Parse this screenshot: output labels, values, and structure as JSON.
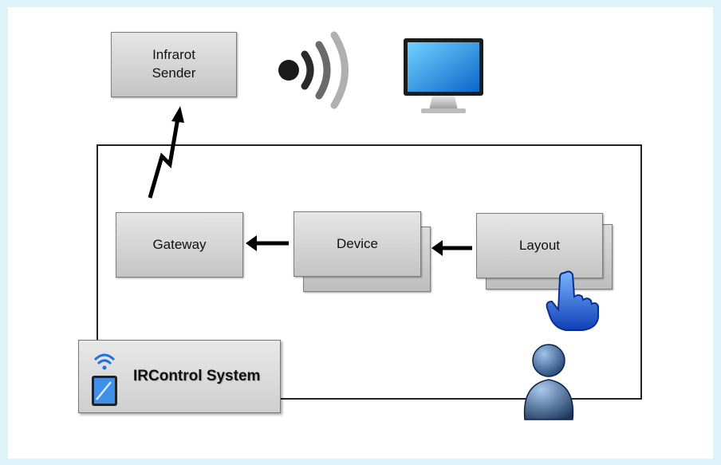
{
  "nodes": {
    "infrared_sender": "Infrarot\nSender",
    "gateway": "Gateway",
    "device": "Device",
    "layout": "Layout"
  },
  "system_label": "IRControl System",
  "icons": [
    "wireless-signal-icon",
    "monitor-icon",
    "hand-pointer-icon",
    "user-icon",
    "tablet-wifi-icon"
  ],
  "colors": {
    "accent_blue": "#1e5fd6",
    "box_gray": "#d2d2d2",
    "background": "#dff3fb"
  }
}
